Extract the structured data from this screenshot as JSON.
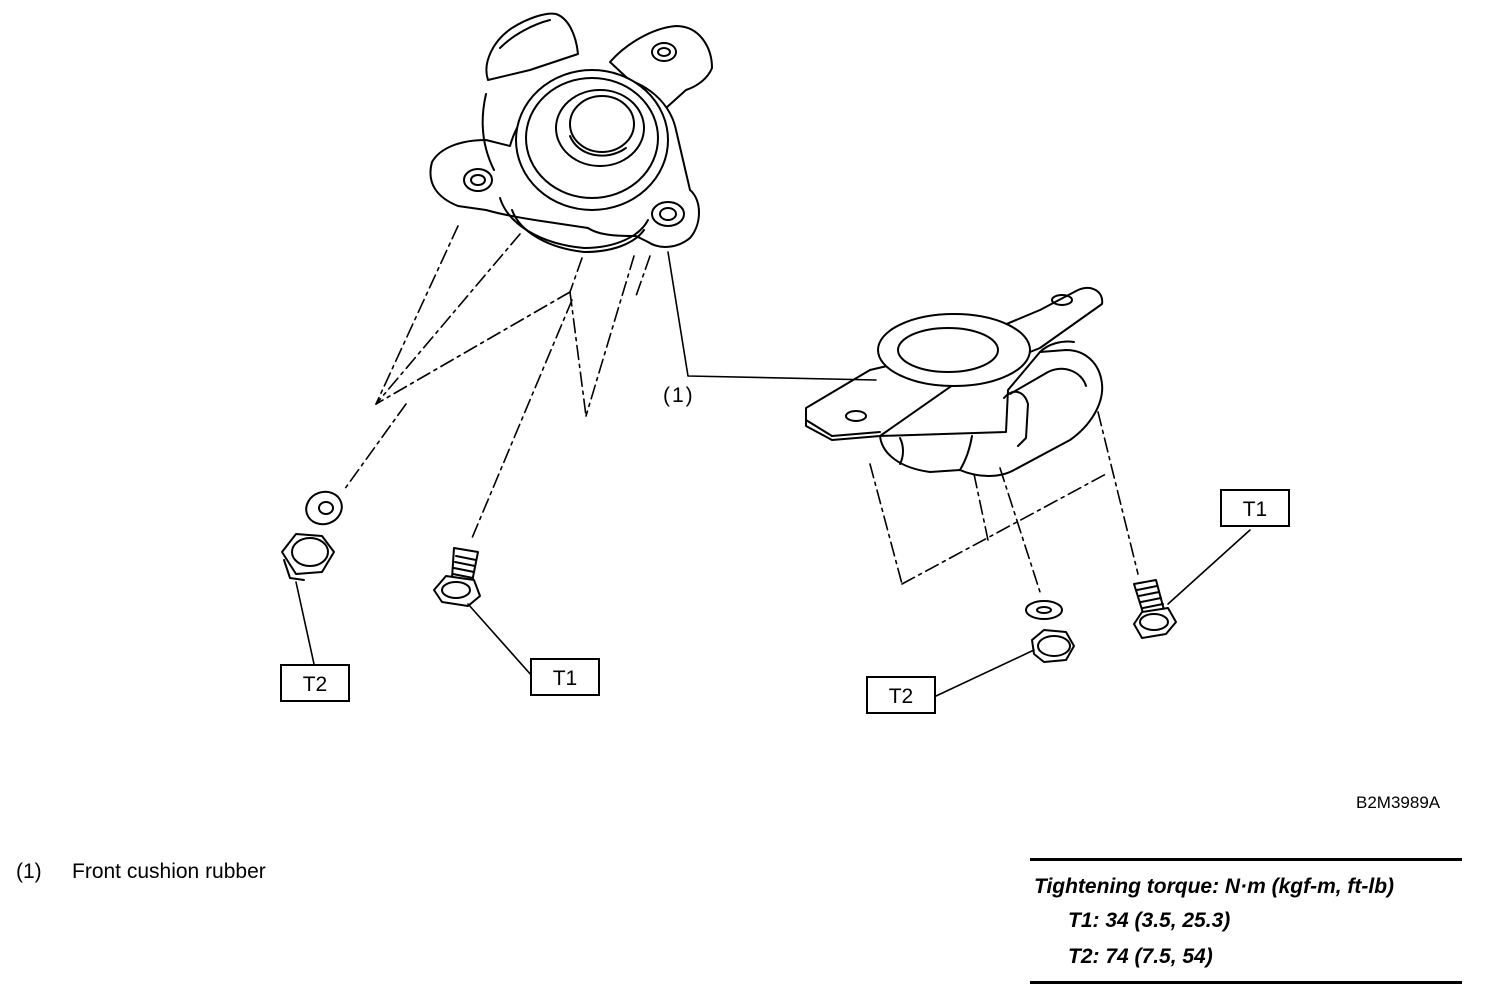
{
  "labels": {
    "t1_left": "T1",
    "t2_left": "T2",
    "t1_right": "T1",
    "t2_right": "T2",
    "part_callout": "(1)"
  },
  "figure_code": "B2M3989A",
  "legend": {
    "number": "(1)",
    "text": "Front cushion rubber"
  },
  "torque": {
    "heading": "Tightening torque: N·m (kgf-m, ft-lb)",
    "t1": "T1: 34 (3.5, 25.3)",
    "t2": "T2: 74 (7.5, 54)"
  }
}
